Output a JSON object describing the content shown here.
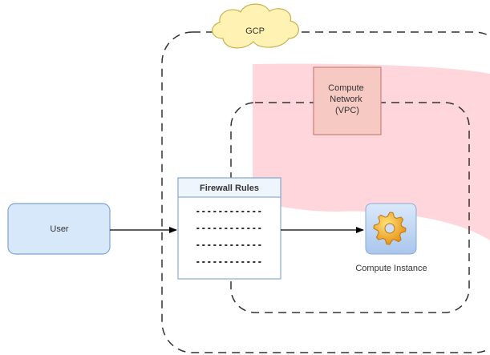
{
  "cloud": {
    "label": "GCP"
  },
  "vpc": {
    "label_lines": [
      "Compute",
      "Network",
      "(VPC)"
    ]
  },
  "user": {
    "label": "User"
  },
  "firewall": {
    "title": "Firewall Rules",
    "rule_rows": 4
  },
  "instance": {
    "label": "Compute Instance",
    "icon": "gear-icon"
  },
  "colors": {
    "pink_region": "#ffd6dc",
    "vpc_fill": "#f6c9c3",
    "vpc_stroke": "#c9827a",
    "cloud_fill": "#fff2b3",
    "cloud_stroke": "#c9b04f",
    "user_fill": "#d7e8fb",
    "user_stroke": "#7fa4cf",
    "firewall_fill": "#eef5fd",
    "firewall_stroke": "#8cabd0",
    "gear": "#f2a81d"
  }
}
